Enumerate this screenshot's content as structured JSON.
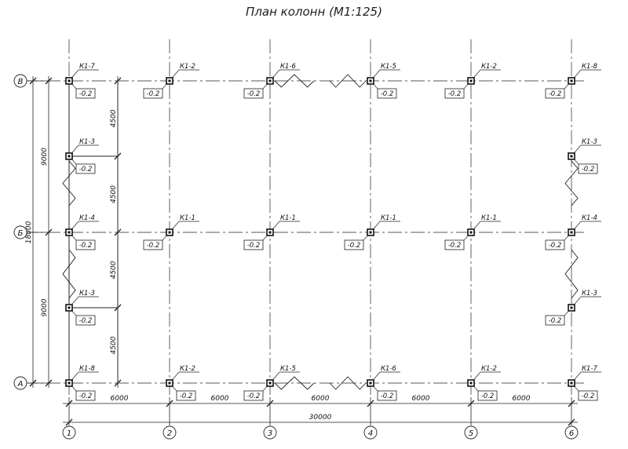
{
  "title": "План колонн (М1:125)",
  "grid": {
    "axes_x": [
      "1",
      "2",
      "3",
      "4",
      "5",
      "6"
    ],
    "axes_y": [
      "В",
      "Б",
      "А"
    ],
    "spans_x": [
      "6000",
      "6000",
      "6000",
      "6000",
      "6000"
    ],
    "total_x": "30000",
    "spans_y_fine": [
      "4500",
      "4500",
      "4500",
      "4500"
    ],
    "spans_y_mid": [
      "9000",
      "9000"
    ],
    "total_y": "18000"
  },
  "columns": [
    {
      "mark": "К1-7",
      "level": "-0.2"
    },
    {
      "mark": "К1-2",
      "level": "-0.2"
    },
    {
      "mark": "К1-6",
      "level": "-0.2"
    },
    {
      "mark": "К1-5",
      "level": "-0.2"
    },
    {
      "mark": "К1-2",
      "level": "-0.2"
    },
    {
      "mark": "К1-8",
      "level": "-0.2"
    },
    {
      "mark": "К1-3",
      "level": "-0.2"
    },
    {
      "mark": "К1-3",
      "level": "-0.2"
    },
    {
      "mark": "К1-4",
      "level": "-0.2"
    },
    {
      "mark": "К1-1",
      "level": "-0.2"
    },
    {
      "mark": "К1-1",
      "level": "-0.2"
    },
    {
      "mark": "К1-1",
      "level": "-0.2"
    },
    {
      "mark": "К1-1",
      "level": "-0.2"
    },
    {
      "mark": "К1-4",
      "level": "-0.2"
    },
    {
      "mark": "К1-3",
      "level": "-0.2"
    },
    {
      "mark": "К1-3",
      "level": "-0.2"
    },
    {
      "mark": "К1-8",
      "level": "-0.2"
    },
    {
      "mark": "К1-2",
      "level": "-0.2"
    },
    {
      "mark": "К1-5",
      "level": "-0.2"
    },
    {
      "mark": "К1-6",
      "level": "-0.2"
    },
    {
      "mark": "К1-2",
      "level": "-0.2"
    },
    {
      "mark": "К1-7",
      "level": "-0.2"
    }
  ]
}
